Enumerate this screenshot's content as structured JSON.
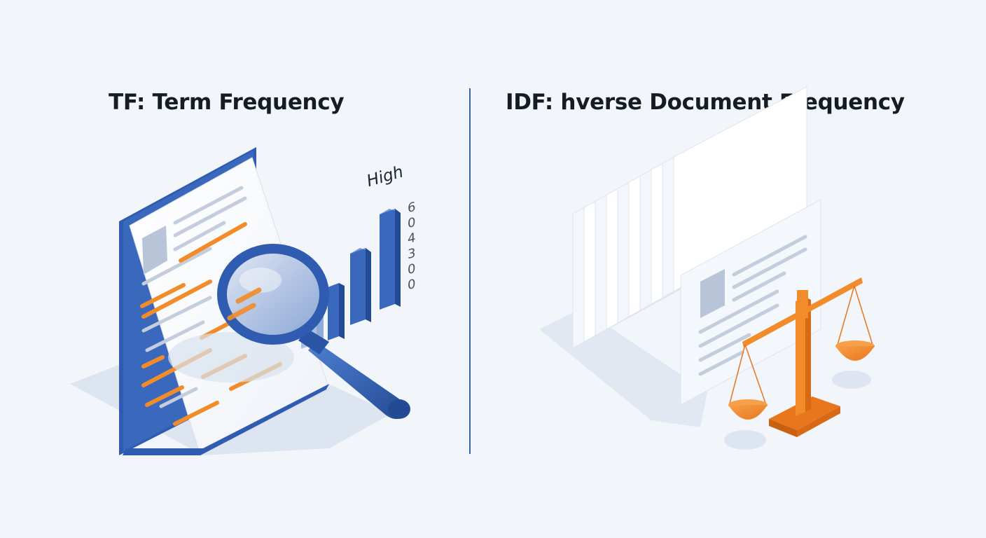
{
  "left_panel": {
    "title": "TF: Term Frequency",
    "chart_label": "High",
    "digits": [
      "6",
      "0",
      "4",
      "3",
      "0",
      "0"
    ]
  },
  "right_panel": {
    "title": "IDF: hverse Document Frequency"
  },
  "icons": [
    "document-icon",
    "magnifying-glass-icon",
    "bar-chart-icon",
    "document-stack-icon",
    "balance-scale-icon"
  ],
  "colors": {
    "background": "#f2f6fb",
    "blue": "#2f5cb0",
    "orange": "#f28c2a",
    "divider": "#3b63a8",
    "text": "#161c24"
  }
}
